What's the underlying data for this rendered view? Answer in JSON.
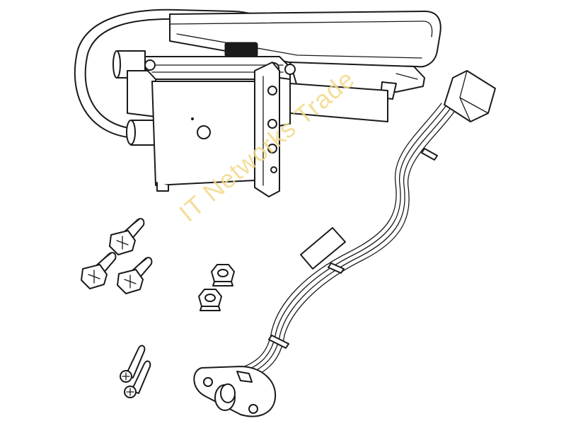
{
  "figure": {
    "watermark_text": "IT Networks Trade",
    "watermark_color": "#f2d98a",
    "line_color": "#1a1a1a",
    "background_color": "#ffffff",
    "parts": [
      "sensor-bracket-assembly",
      "mounting-screw",
      "hex-nut",
      "thumb-screw",
      "sensor-cable-harness"
    ]
  }
}
